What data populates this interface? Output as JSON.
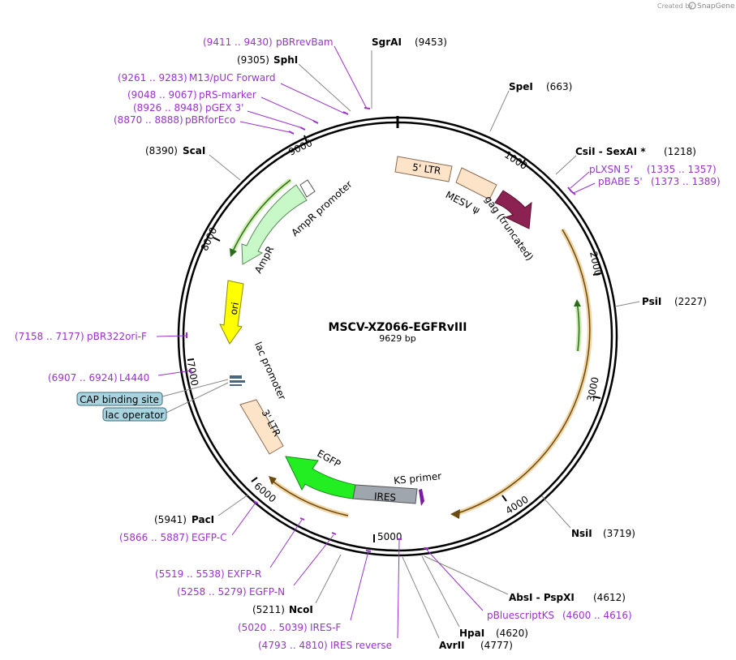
{
  "credit": {
    "prefix": "Created by",
    "brand": "SnapGene"
  },
  "map": {
    "name": "MSCV-XZ066-EGFRvIII",
    "length_label": "9629 bp",
    "length": 9629
  },
  "ticks": [
    "1000",
    "2000",
    "3000",
    "4000",
    "5000",
    "6000",
    "7000",
    "8000",
    "9000"
  ],
  "enzymes": [
    {
      "name": "SgrAI",
      "pos": "(9453)"
    },
    {
      "name": "SphI",
      "pos": "(9305)"
    },
    {
      "name": "SpeI",
      "pos": "(663)"
    },
    {
      "name": "CsiI  - SexAI *",
      "pos": "(1218)"
    },
    {
      "name": "ScaI",
      "pos": "(8390)"
    },
    {
      "name": "PsiI",
      "pos": "(2227)"
    },
    {
      "name": "NsiI",
      "pos": "(3719)"
    },
    {
      "name": "AbsI  - PspXI",
      "pos": "(4612)"
    },
    {
      "name": "HpaI",
      "pos": "(4620)"
    },
    {
      "name": "AvrII",
      "pos": "(4777)"
    },
    {
      "name": "NcoI",
      "pos": "(5211)"
    },
    {
      "name": "PacI",
      "pos": "(5941)"
    }
  ],
  "primers": [
    {
      "range": "(9411 .. 9430)",
      "name": "pBRrevBam"
    },
    {
      "range": "(9261 .. 9283)",
      "name": "M13/pUC Forward"
    },
    {
      "range": "(9048 .. 9067)",
      "name": "pRS-marker"
    },
    {
      "range": "(8926 .. 8948)",
      "name": "pGEX 3'"
    },
    {
      "range": "(8870 .. 8888)",
      "name": "pBRforEco"
    },
    {
      "name": "pLXSN 5'",
      "range": "(1335 .. 1357)"
    },
    {
      "name": "pBABE 5'",
      "range": "(1373 .. 1389)"
    },
    {
      "range": "(7158 .. 7177)",
      "name": "pBR322ori-F"
    },
    {
      "range": "(6907 .. 6924)",
      "name": "L4440"
    },
    {
      "range": "(5866 .. 5887)",
      "name": "EGFP-C"
    },
    {
      "range": "(5519 .. 5538)",
      "name": "EXFP-R"
    },
    {
      "range": "(5258 .. 5279)",
      "name": "EGFP-N"
    },
    {
      "range": "(5020 .. 5039)",
      "name": "IRES-F"
    },
    {
      "range": "(4793 .. 4810)",
      "name": "IRES reverse"
    },
    {
      "name": "pBluescriptKS",
      "range": "(4600 .. 4616)"
    }
  ],
  "features": {
    "ltr5": "5' LTR",
    "mesv": "MESV ψ",
    "gag": "gag (truncated)",
    "ampr_promoter": "AmpR promoter",
    "ampr": "AmpR",
    "ori": "ori",
    "lac_promoter": "lac promoter",
    "ltr3": "3' LTR",
    "egfp": "EGFP",
    "ires": "IRES",
    "ks_primer": "KS primer"
  },
  "boxed_labels": {
    "cap": "CAP binding site",
    "lac_op": "lac operator"
  },
  "colors": {
    "primer": "#9933cc",
    "ltr": "#fde4c9",
    "gag": "#8b2252",
    "ampr": "#c8f7c8",
    "ori": "#ffff00",
    "egfp": "#22ee22",
    "ires": "#a0a6ad",
    "orf": "#e6b35a",
    "box": "#a7d4df"
  }
}
